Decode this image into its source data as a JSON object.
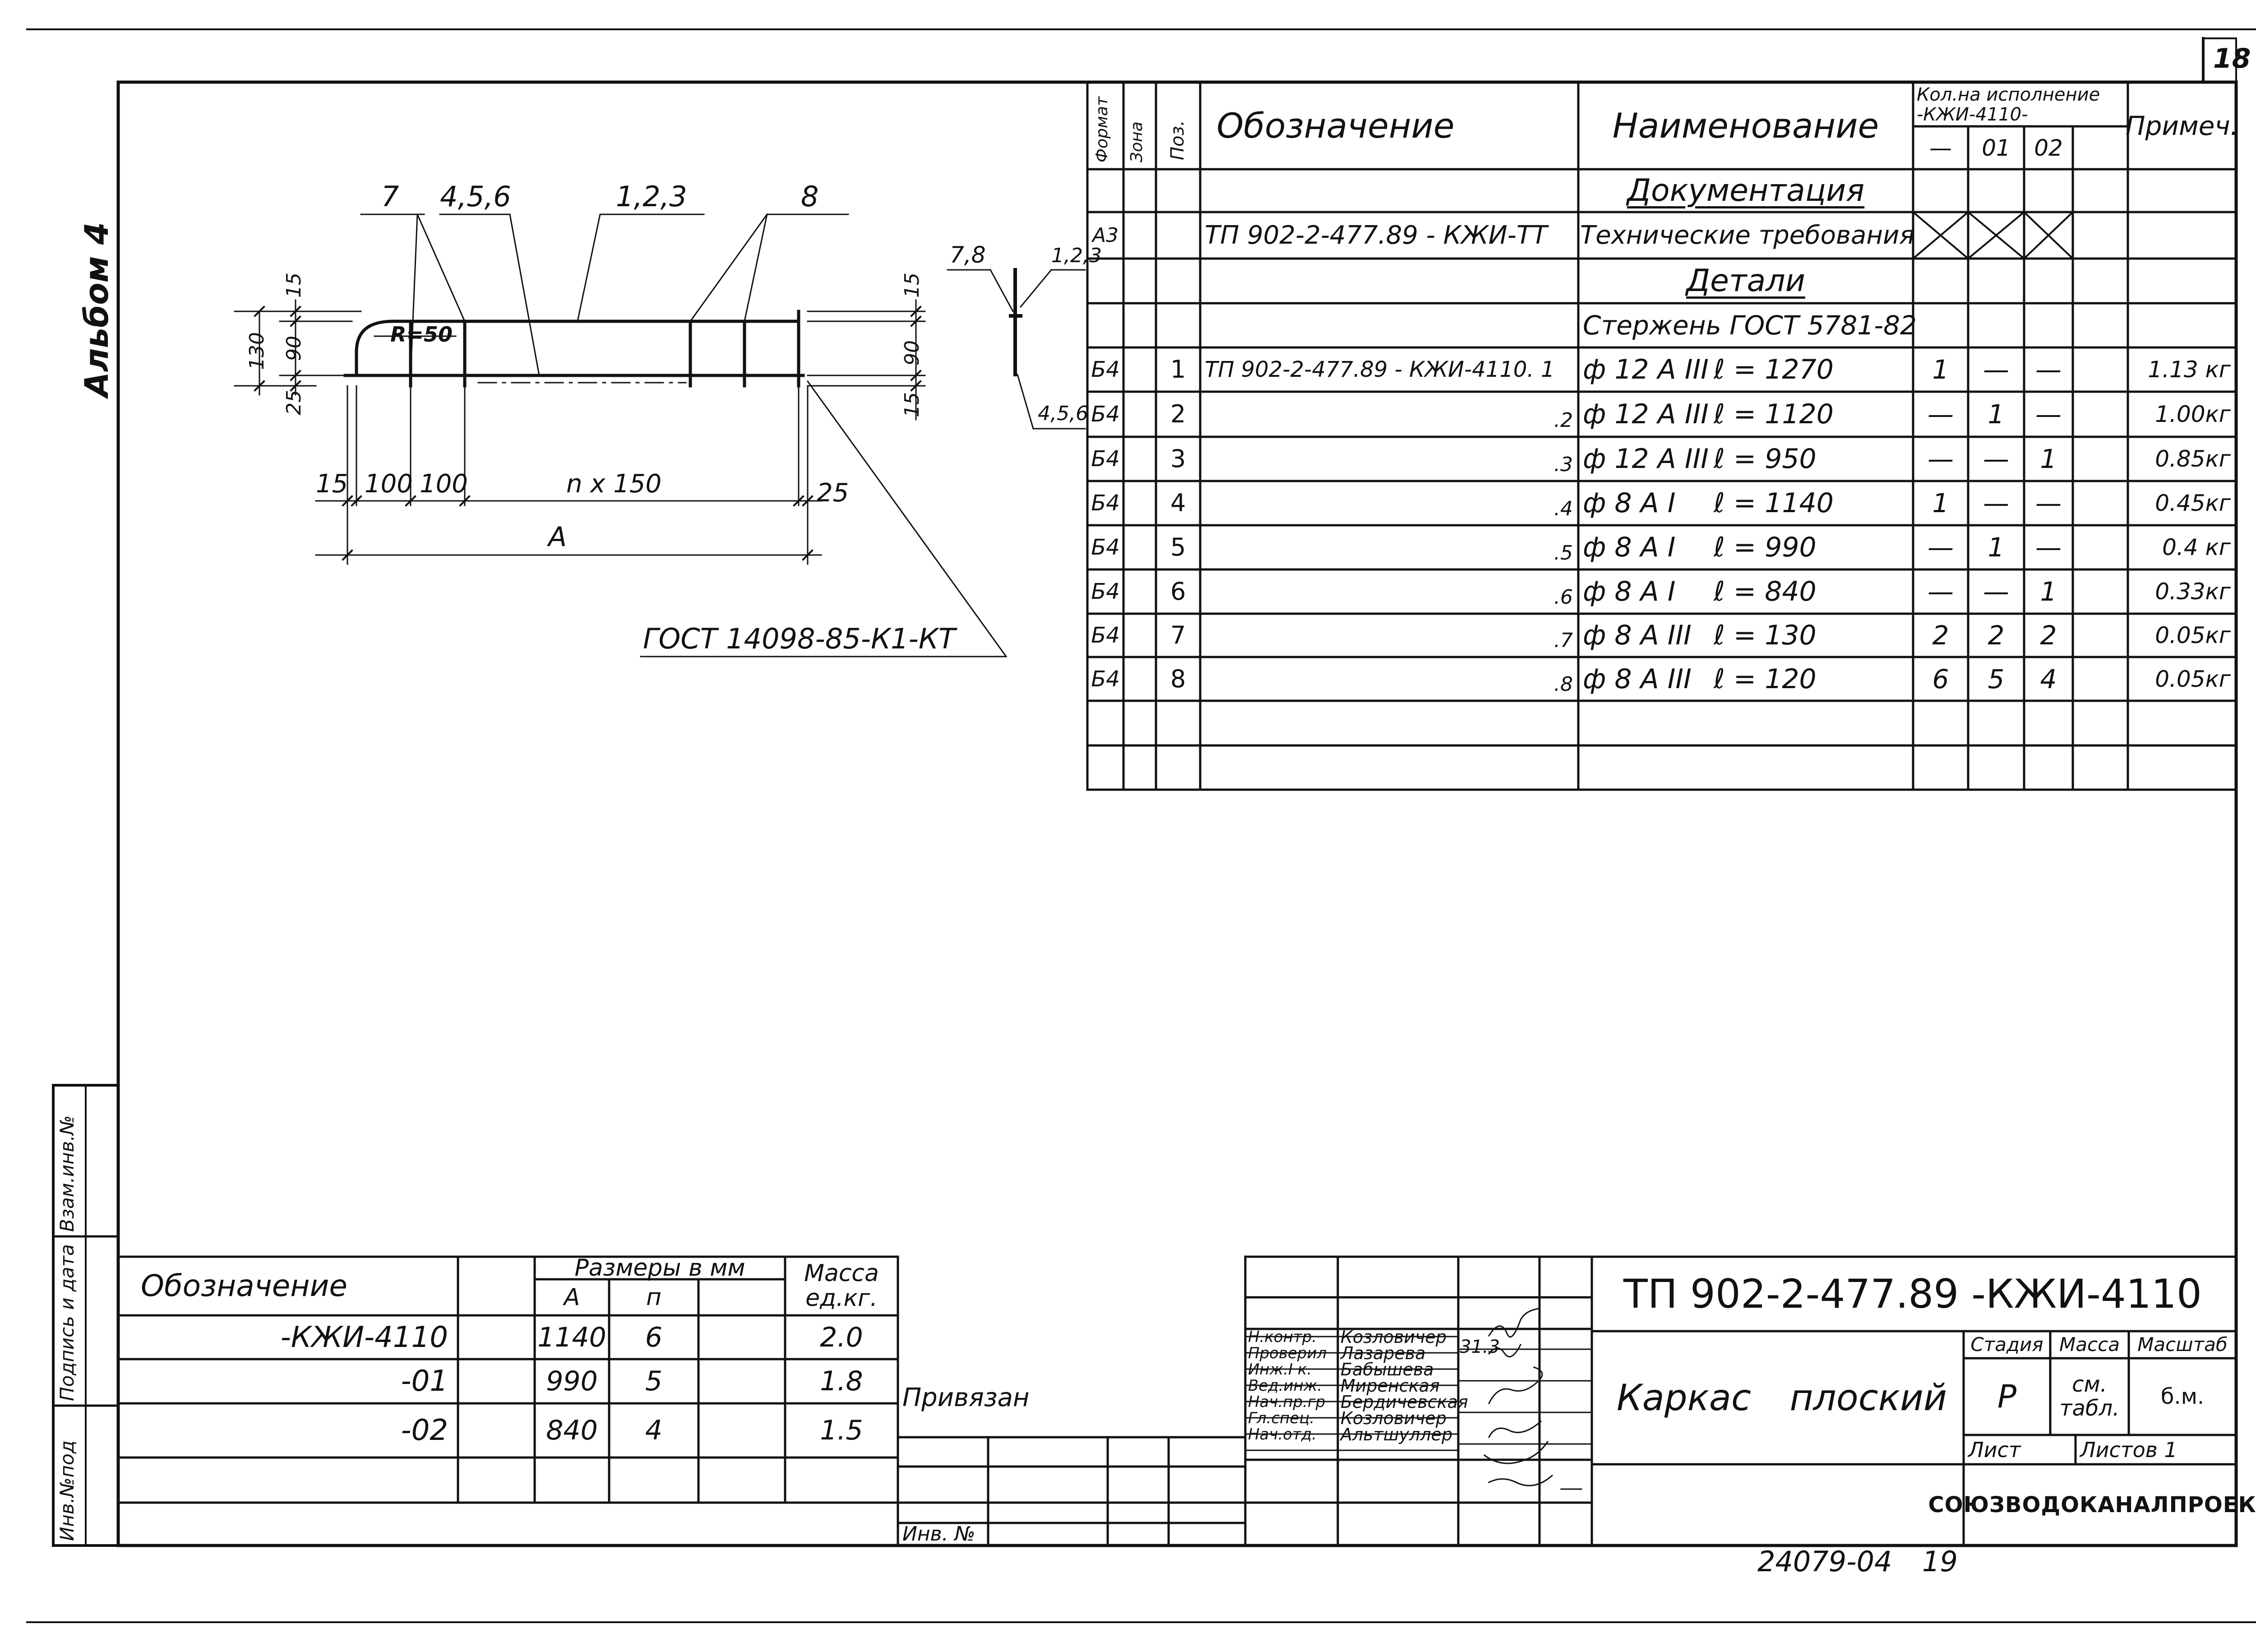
{
  "sheet_number": "18",
  "album_label": "Альбом 4",
  "side_stamps": [
    "Инв.№под",
    "Подпись и дата",
    "Взам.инв.№"
  ],
  "spec_table": {
    "headers": {
      "format": "Формат",
      "zone": "Зона",
      "pos": "Поз.",
      "designation": "Обозначение",
      "name": "Наименование",
      "qty_title": "Кол.на исполнение",
      "qty_sub": "-КЖИ-4110-",
      "qty_cols": [
        "—",
        "01",
        "02",
        ""
      ],
      "note": "Примеч."
    },
    "sections": {
      "documentation": "Документация",
      "details": "Детали",
      "rod_standard": "Стержень ГОСТ 5781-82"
    },
    "doc_row": {
      "format": "А3",
      "designation": "ТП 902-2-477.89 - КЖИ-ТТ",
      "name": "Технические требования"
    },
    "rows": [
      {
        "format": "Б4",
        "pos": "1",
        "designation": "ТП 902-2-477.89 - КЖИ-4110. 1",
        "bar": "ф 12 А III",
        "len": "ℓ = 1270",
        "q": [
          "1",
          "—",
          "—"
        ],
        "note": "1.13 кг"
      },
      {
        "format": "Б4",
        "pos": "2",
        "designation": ".2",
        "bar": "ф 12 А III",
        "len": "ℓ = 1120",
        "q": [
          "—",
          "1",
          "—"
        ],
        "note": "1.00кг"
      },
      {
        "format": "Б4",
        "pos": "3",
        "designation": ".3",
        "bar": "ф 12 А III",
        "len": "ℓ = 950",
        "q": [
          "—",
          "—",
          "1"
        ],
        "note": "0.85кг"
      },
      {
        "format": "Б4",
        "pos": "4",
        "designation": ".4",
        "bar": "ф 8 А I",
        "len": "ℓ = 1140",
        "q": [
          "1",
          "—",
          "—"
        ],
        "note": "0.45кг"
      },
      {
        "format": "Б4",
        "pos": "5",
        "designation": ".5",
        "bar": "ф 8 А I",
        "len": "ℓ = 990",
        "q": [
          "—",
          "1",
          "—"
        ],
        "note": "0.4 кг"
      },
      {
        "format": "Б4",
        "pos": "6",
        "designation": ".6",
        "bar": "ф 8 А I",
        "len": "ℓ = 840",
        "q": [
          "—",
          "—",
          "1"
        ],
        "note": "0.33кг"
      },
      {
        "format": "Б4",
        "pos": "7",
        "designation": ".7",
        "bar": "ф 8 А III",
        "len": "ℓ = 130",
        "q": [
          "2",
          "2",
          "2"
        ],
        "note": "0.05кг"
      },
      {
        "format": "Б4",
        "pos": "8",
        "designation": ".8",
        "bar": "ф 8 А III",
        "len": "ℓ = 120",
        "q": [
          "6",
          "5",
          "4"
        ],
        "note": "0.05кг"
      }
    ]
  },
  "drawing": {
    "callouts": {
      "c7": "7",
      "c456": "4,5,6",
      "c123": "1,2,3",
      "c8": "8"
    },
    "dims": {
      "d15_top_left": "15",
      "d90_left": "90",
      "d25_left": "25",
      "d130": "130",
      "d15_top_right": "15",
      "d90_right": "90",
      "d15_bot_right": "15",
      "radius": "R=50",
      "d15_bottom": "15",
      "d100a": "100",
      "d100b": "100",
      "n150": "n x 150",
      "d25_bottom": "25",
      "a_label": "А"
    },
    "gost_weld": "ГОСТ 14098-85-К1-КТ",
    "section": {
      "c78": "7,8",
      "c123": "1,2,3",
      "c456": "4,5,6"
    }
  },
  "variants_table": {
    "headers": {
      "designation": "Обозначение",
      "dims": "Размеры в мм",
      "a": "А",
      "n": "п",
      "mass": "Масса ед.кг."
    },
    "rows": [
      {
        "designation": "-КЖИ-4110",
        "a": "1140",
        "n": "6",
        "mass": "2.0"
      },
      {
        "designation": "-01",
        "a": "990",
        "n": "5",
        "mass": "1.8"
      },
      {
        "designation": "-02",
        "a": "840",
        "n": "4",
        "mass": "1.5"
      }
    ]
  },
  "binding": {
    "label": "Привязан",
    "inv": "Инв. №"
  },
  "title_block": {
    "roles": [
      {
        "role": "Н.контр.",
        "name": "Козловичер"
      },
      {
        "role": "Проверил",
        "name": "Лазарева"
      },
      {
        "role": "Инж.I к.",
        "name": "Бабышева"
      },
      {
        "role": "Вед.инж.",
        "name": "Миренская"
      },
      {
        "role": "Нач.пр.гр",
        "name": "Бердичевская"
      },
      {
        "role": "Гл.спец.",
        "name": "Козловичер"
      },
      {
        "role": "Нач.отд.",
        "name": "Альтшуллер"
      }
    ],
    "date_mark": "31.3",
    "doc_code": "ТП 902-2-477.89 -КЖИ-4110",
    "title": "Каркас плоский",
    "stage_h": "Стадия",
    "mass_h": "Масса",
    "scale_h": "Масштаб",
    "stage": "Р",
    "mass": "см. табл.",
    "scale": "б.м.",
    "sheet": "Лист",
    "sheets": "Листов 1",
    "org": "СОЮЗВОДОКАНАЛПРОЕКТ"
  },
  "archive_number": "24079-04",
  "archive_page": "19"
}
